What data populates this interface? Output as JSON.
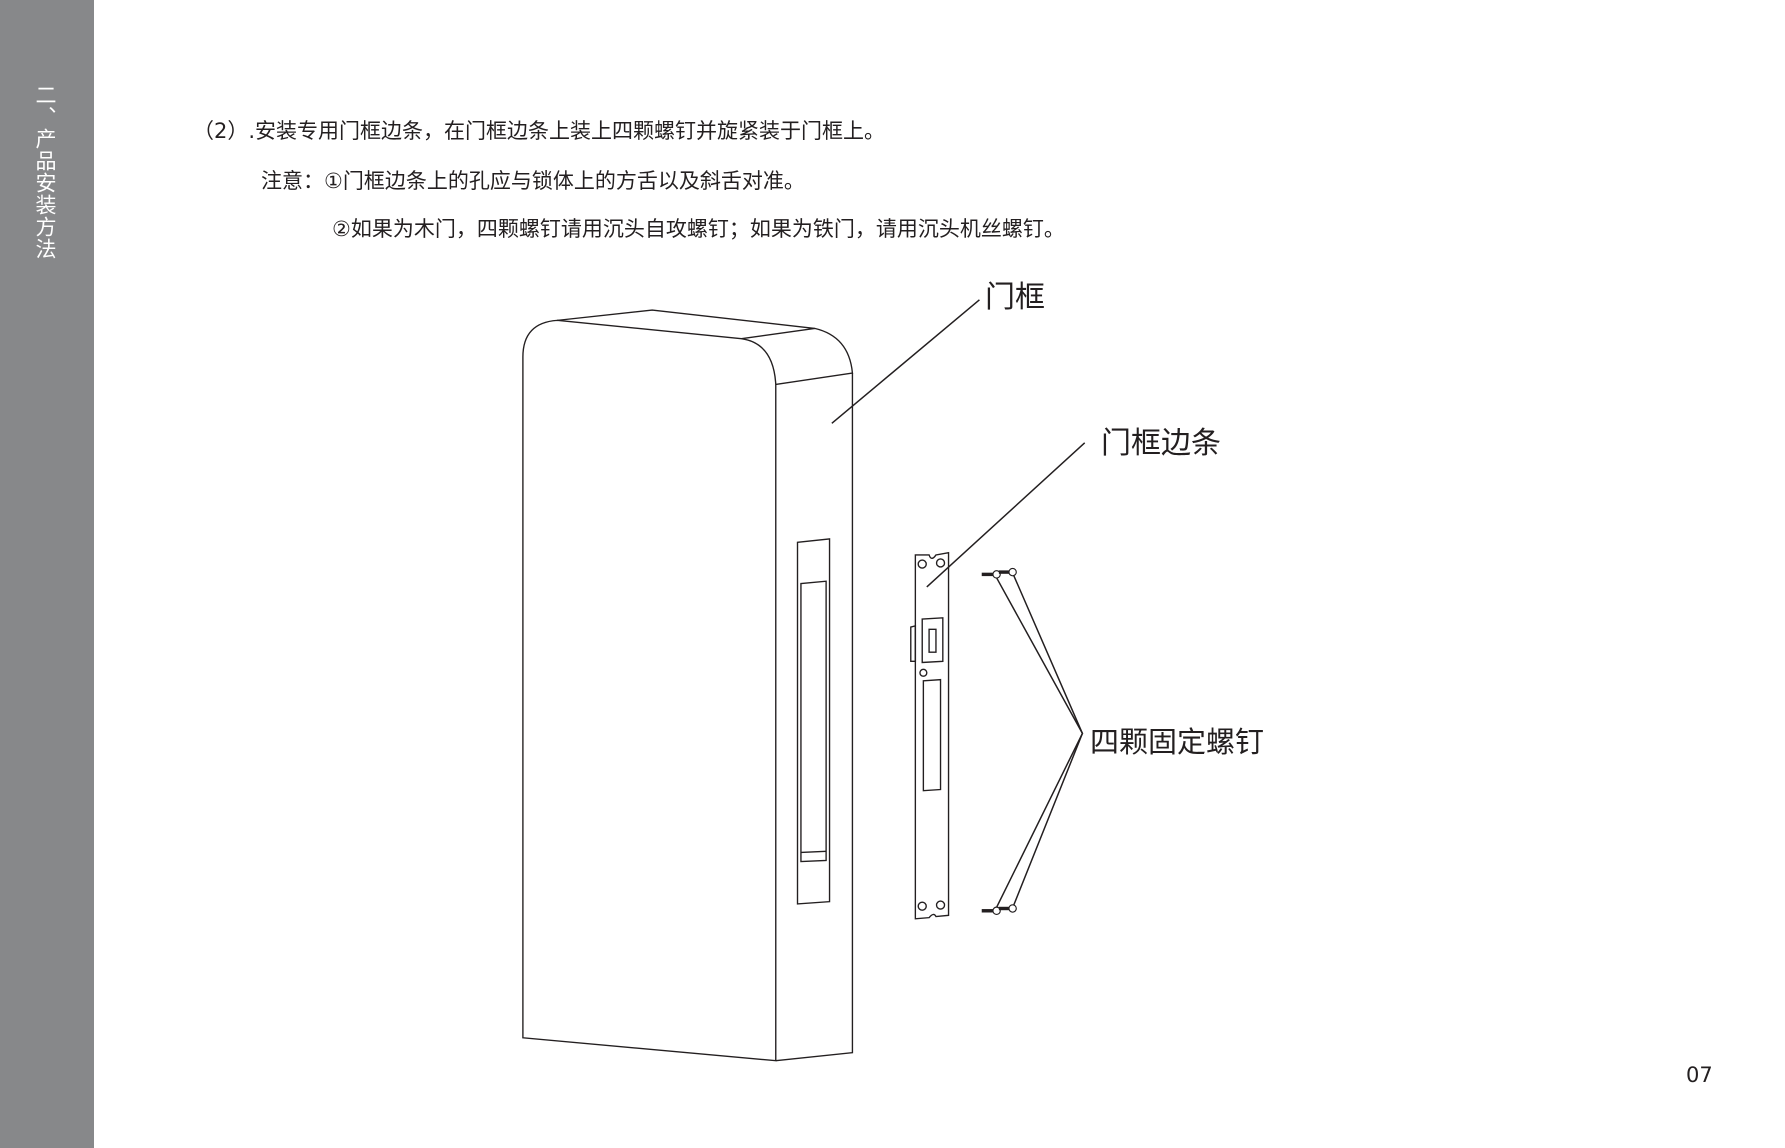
{
  "sidebar": {
    "section_title": "二、产品安装方法"
  },
  "content": {
    "step": "（2）.安装专用门框边条，在门框边条上装上四颗螺钉并旋紧装于门框上。",
    "note_1": "注意：①门框边条上的孔应与锁体上的方舌以及斜舌对准。",
    "note_2": "②如果为木门，四颗螺钉请用沉头自攻螺钉；如果为铁门，请用沉头机丝螺钉。"
  },
  "diagram": {
    "label_door_frame": "门框",
    "label_strike_plate": "门框边条",
    "label_screws": "四颗固定螺钉"
  },
  "page_number": "07",
  "colors": {
    "sidebar": "#87888a",
    "text": "#231f20"
  }
}
